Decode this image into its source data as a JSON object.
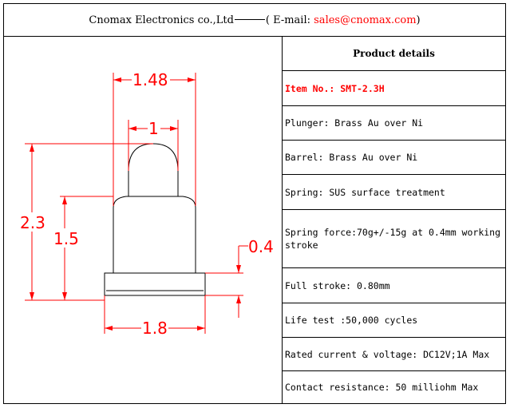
{
  "header": {
    "company": "Cnomax Electronics co.,Ltd",
    "email_label": "( E-mail:",
    "email": "sales@cnomax.com",
    "close": ")"
  },
  "drawing": {
    "dimensions": {
      "top_width": "1.48",
      "tip_width": "1",
      "total_height": "2.3",
      "body_height": "1.5",
      "flange_height": "0.4",
      "flange_width": "1.8"
    },
    "line_color": "#ff0000"
  },
  "product": {
    "title": "Product details",
    "item_no": "Item No.:  SMT-2.3H",
    "rows": [
      "Plunger: Brass Au over Ni",
      "Barrel: Brass Au over Ni",
      "Spring: SUS surface treatment",
      "Spring force:70g+/-15g at 0.4mm working stroke",
      "Full stroke: 0.80mm",
      "Life test :50,000 cycles",
      "Rated current & voltage: DC12V;1A Max",
      "Contact resistance: 50 milliohm Max"
    ]
  }
}
